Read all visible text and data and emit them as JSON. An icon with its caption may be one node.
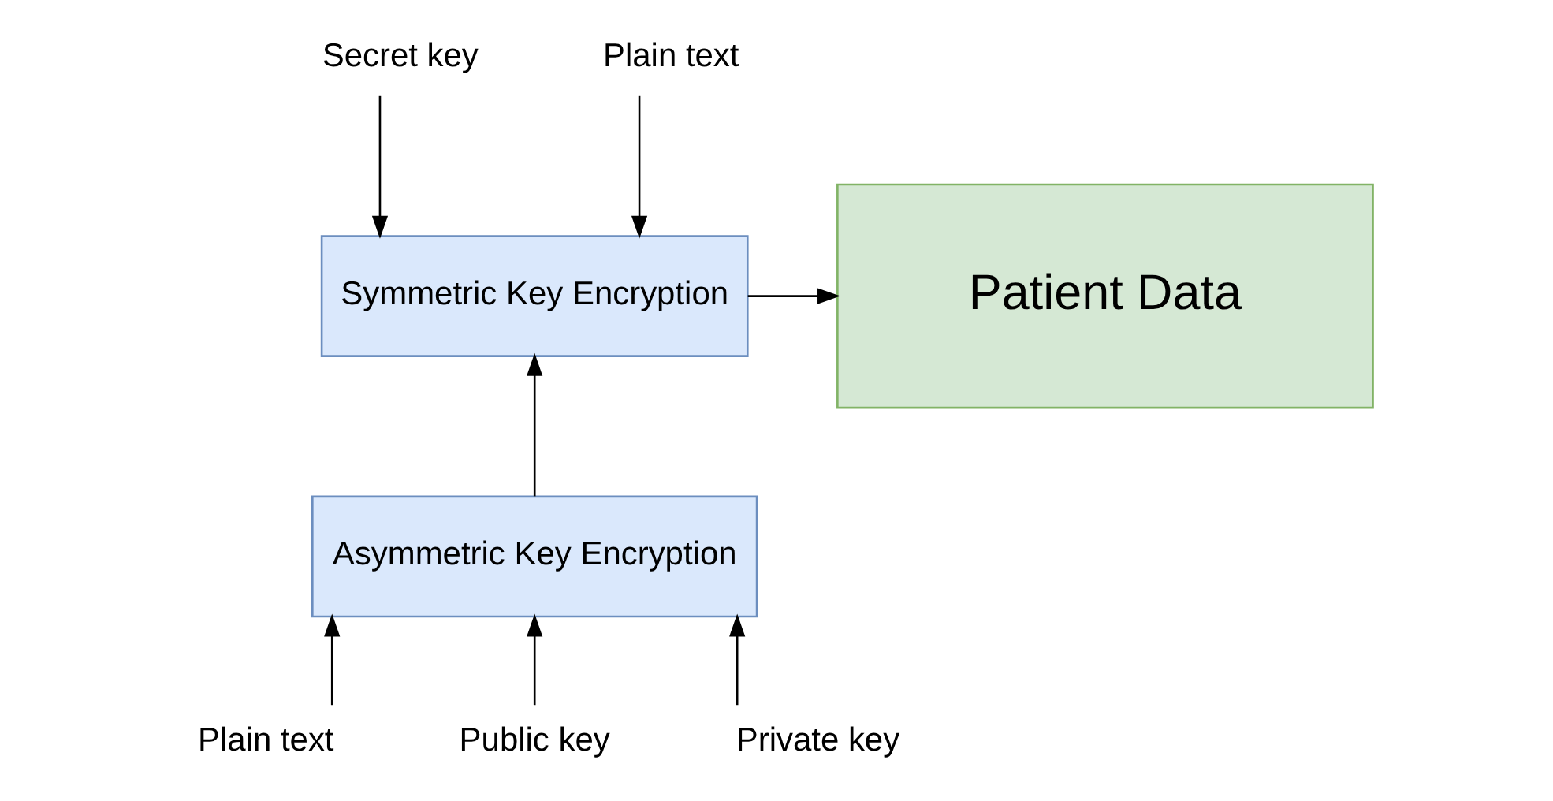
{
  "diagram": {
    "nodes": [
      {
        "text": [
          "Secret key"
        ]
      },
      {
        "text": [
          "Plain text"
        ]
      },
      {
        "text": [
          "Symmetric Key Encryption"
        ]
      },
      {
        "text": [
          "Patient Data"
        ]
      },
      {
        "text": [
          "Asymmetric Key Encryption"
        ]
      },
      {
        "text": [
          "Plain text"
        ]
      },
      {
        "text": [
          "Public key"
        ]
      },
      {
        "text": [
          "Private key"
        ]
      }
    ],
    "edges": [
      {
        "from": 1,
        "to": 2,
        "arrow": "to"
      },
      {
        "from": 0,
        "to": 2,
        "arrow": "to"
      },
      {
        "from": 2,
        "to": 3,
        "arrow": "to"
      },
      {
        "from": 4,
        "to": 2,
        "arrow": "to"
      },
      {
        "from": 5,
        "to": 4,
        "arrow": "to"
      },
      {
        "from": 6,
        "to": 4,
        "arrow": "to"
      },
      {
        "from": 7,
        "to": 4,
        "arrow": "to"
      }
    ]
  }
}
